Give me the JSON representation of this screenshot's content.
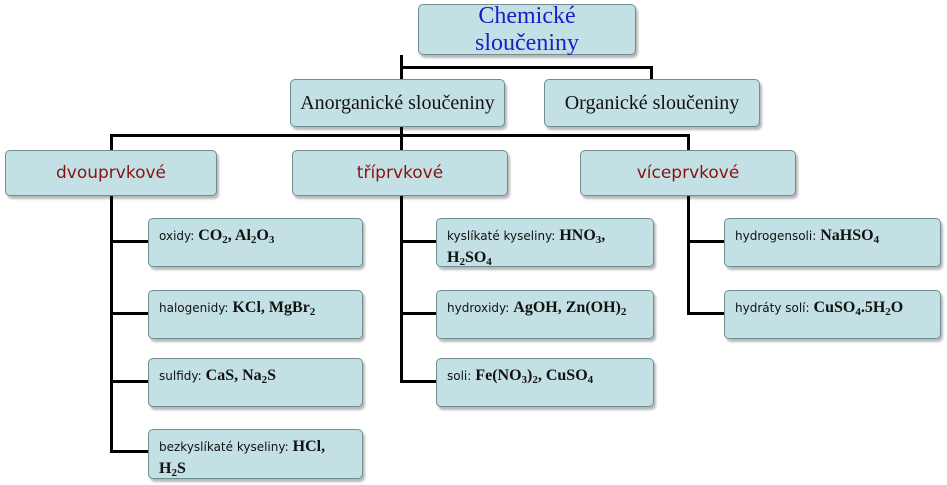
{
  "root": {
    "label": "Chemické sloučeniny"
  },
  "level2": [
    {
      "label": "Anorganické sloučeniny"
    },
    {
      "label": "Organické sloučeniny"
    }
  ],
  "groups": [
    {
      "label": "dvouprvkové",
      "items": [
        {
          "prefix": "oxidy:",
          "parts": [
            [
              "CO"
            ],
            [
              "2",
              "sub"
            ],
            [
              ", Al"
            ],
            [
              "2",
              "sub"
            ],
            [
              "O"
            ],
            [
              "3",
              "sub"
            ]
          ]
        },
        {
          "prefix": "halogenidy:",
          "parts": [
            [
              "KCl, MgBr"
            ],
            [
              "2",
              "sub"
            ]
          ]
        },
        {
          "prefix": "sulfidy:",
          "parts": [
            [
              "CaS, Na"
            ],
            [
              "2",
              "sub"
            ],
            [
              "S"
            ]
          ]
        },
        {
          "prefix": "bezkyslíkaté kyseliny:",
          "parts": [
            [
              "HCl, H"
            ],
            [
              "2",
              "sub"
            ],
            [
              "S"
            ]
          ]
        }
      ]
    },
    {
      "label": "tříprvkové",
      "items": [
        {
          "prefix": "kyslíkaté kyseliny:",
          "parts": [
            [
              "HNO"
            ],
            [
              "3",
              "sub"
            ],
            [
              ", H"
            ],
            [
              "2",
              "sub"
            ],
            [
              "SO"
            ],
            [
              "4",
              "sub"
            ]
          ]
        },
        {
          "prefix": "hydroxidy:",
          "parts": [
            [
              "AgOH, Zn(OH)"
            ],
            [
              "2",
              "sub"
            ]
          ]
        },
        {
          "prefix": "soli:",
          "parts": [
            [
              "Fe(NO"
            ],
            [
              "3",
              "sub"
            ],
            [
              ")"
            ],
            [
              "2",
              "sub"
            ],
            [
              ", CuSO"
            ],
            [
              "4",
              "sub"
            ]
          ]
        }
      ]
    },
    {
      "label": "víceprvkové",
      "items": [
        {
          "prefix": "hydrogensoli:",
          "parts": [
            [
              "NaHSO"
            ],
            [
              "4",
              "sub"
            ]
          ]
        },
        {
          "prefix": "hydráty solí:",
          "parts": [
            [
              "CuSO"
            ],
            [
              "4",
              "sub"
            ],
            [
              ".5H"
            ],
            [
              "2",
              "sub"
            ],
            [
              "O"
            ]
          ]
        }
      ]
    }
  ],
  "colors": {
    "box_fill": "#c3e1e4",
    "box_border": "#6f8f95",
    "root_text": "#1c1cc8",
    "group_text": "#8b1111",
    "connector": "#000000"
  }
}
